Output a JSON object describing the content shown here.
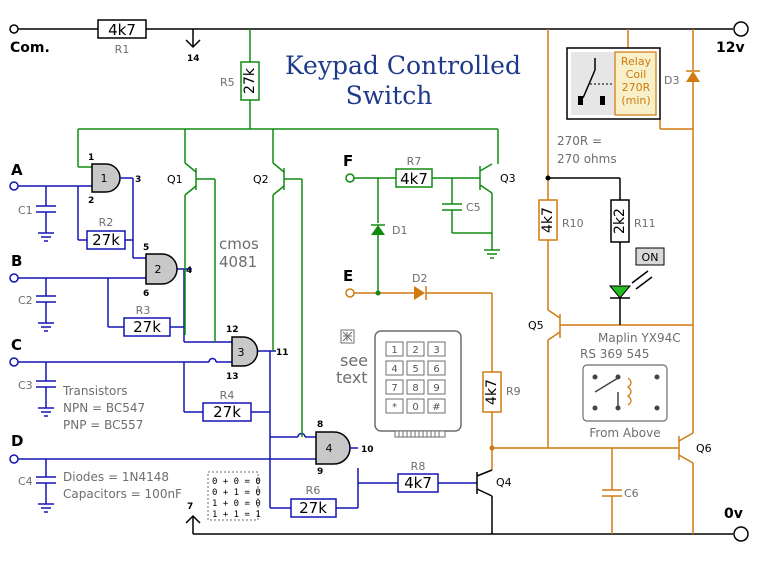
{
  "title": {
    "line1": "Keypad Controlled",
    "line2": "Switch"
  },
  "rails": {
    "com": "Com.",
    "v12": "12v",
    "v0": "0v",
    "pin14": "14",
    "pin7": "7"
  },
  "inputs": {
    "a": "A",
    "b": "B",
    "c": "C",
    "d": "D",
    "e": "E",
    "f": "F"
  },
  "resistors": {
    "r1": {
      "value": "4k7",
      "name": "R1"
    },
    "r2": {
      "value": "27k",
      "name": "R2"
    },
    "r3": {
      "value": "27k",
      "name": "R3"
    },
    "r4": {
      "value": "27k",
      "name": "R4"
    },
    "r5": {
      "value": "27k",
      "name": "R5"
    },
    "r6": {
      "value": "27k",
      "name": "R6"
    },
    "r7": {
      "value": "4k7",
      "name": "R7"
    },
    "r8": {
      "value": "4k7",
      "name": "R8"
    },
    "r9": {
      "value": "4k7",
      "name": "R9"
    },
    "r10": {
      "value": "4k7",
      "name": "R10"
    },
    "r11": {
      "value": "2k2",
      "name": "R11"
    }
  },
  "capacitors": {
    "c1": "C1",
    "c2": "C2",
    "c3": "C3",
    "c4": "C4",
    "c5": "C5",
    "c6": "C6"
  },
  "transistors": {
    "q1": "Q1",
    "q2": "Q2",
    "q3": "Q3",
    "q4": "Q4",
    "q5": "Q5",
    "q6": "Q6"
  },
  "diodes": {
    "d1": "D1",
    "d2": "D2",
    "d3": "D3"
  },
  "gates": {
    "g1": {
      "num": "1",
      "in1": "1",
      "in2": "2",
      "out": "3"
    },
    "g2": {
      "num": "2",
      "in1": "5",
      "in2": "6",
      "out": "4"
    },
    "g3": {
      "num": "3",
      "in1": "12",
      "in2": "13",
      "out": "11"
    },
    "g4": {
      "num": "4",
      "in1": "8",
      "in2": "9",
      "out": "10"
    }
  },
  "cmos": {
    "line1": "cmos",
    "line2": "4081"
  },
  "notes": {
    "transistors_title": "Transistors",
    "npn": "NPN  =  BC547",
    "pnp": "PNP  =  BC557",
    "diodes": "Diodes  = 1N4148",
    "capacitors": "Capacitors = 100nF"
  },
  "truth_table": [
    "0 + 0 = 0",
    "0 + 1 = 0",
    "1 + 0 = 0",
    "1 + 1 = 1"
  ],
  "relay": {
    "line1": "Relay",
    "line2": "Coil",
    "line3": "270R",
    "line4": "(min)"
  },
  "ohms_note": {
    "line1": "270R  =",
    "line2": "270 ohms"
  },
  "maplin": {
    "line1": "Maplin   YX94C",
    "line2": "RS      369 545",
    "from_above": "From Above"
  },
  "led_label": "ON",
  "see_text": {
    "line1": "see",
    "line2": "text"
  },
  "keypad_keys": [
    "1",
    "2",
    "3",
    "4",
    "5",
    "6",
    "7",
    "8",
    "9",
    "*",
    "0",
    "#"
  ],
  "colors": {
    "green": "#128a12",
    "blue": "#1414b4",
    "orange": "#d07a10",
    "black": "#000000",
    "grey": "#6e6e6e",
    "title": "#1f3a8a"
  }
}
